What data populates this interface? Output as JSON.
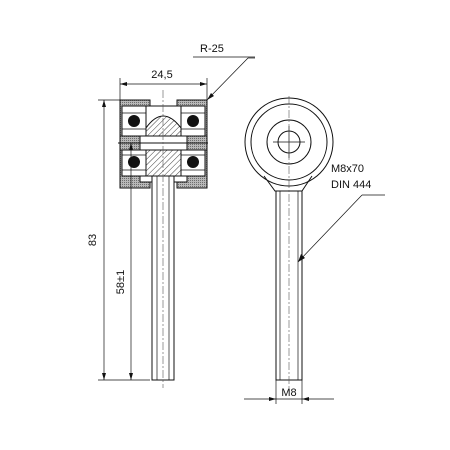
{
  "dimensions": {
    "radius": "R-25",
    "width": "24,5",
    "total_height": "83",
    "shaft_height": "58±1",
    "thread": "M8",
    "bolt_size": "M8x70",
    "standard": "DIN 444"
  },
  "colors": {
    "line": "#111111",
    "roller_body": "#9a9a9a",
    "hatch": "#111111"
  }
}
